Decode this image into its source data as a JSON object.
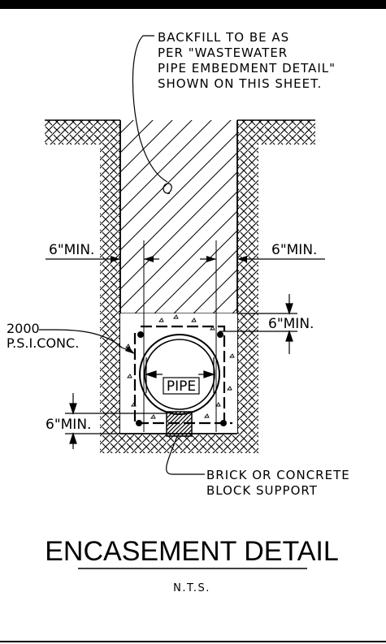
{
  "notes": {
    "backfill": [
      "BACKFILL TO BE AS",
      "PER \"WASTEWATER",
      "PIPE EMBEDMENT DETAIL\"",
      "SHOWN ON THIS SHEET."
    ],
    "concrete": [
      "2000",
      "P.S.I.CONC."
    ],
    "support": [
      "BRICK OR CONCRETE",
      "BLOCK SUPPORT"
    ]
  },
  "dimensions": {
    "left_clearance": "6\"MIN.",
    "right_clearance": "6\"MIN.",
    "top_cover": "6\"MIN.",
    "bottom_cover": "6\"MIN."
  },
  "pipe_label": "PIPE",
  "title": "ENCASEMENT DETAIL",
  "scale_note": "N.T.S."
}
